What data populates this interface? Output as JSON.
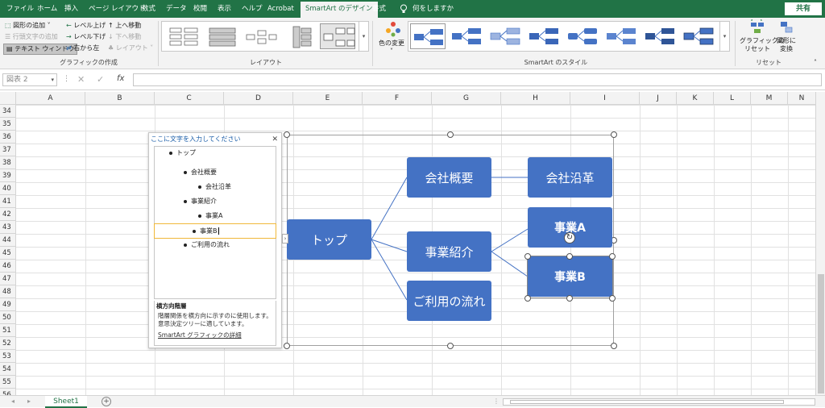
{
  "tabs": [
    "ファイル",
    "ホーム",
    "挿入",
    "ページ レイアウト",
    "数式",
    "データ",
    "校閲",
    "表示",
    "ヘルプ",
    "Acrobat",
    "SmartArt のデザイン",
    "書式"
  ],
  "tell_me": "何をしますか",
  "share": "共有",
  "create": {
    "add_shape": "図形の追加",
    "add_bullet": "行頭文字の追加",
    "text_pane": "テキスト ウィンドウ",
    "promote": "レベル上げ",
    "demote": "レベル下げ",
    "rtl": "右から左",
    "move_up": "上へ移動",
    "move_down": "下へ移動",
    "layout": "レイアウト",
    "group": "グラフィックの作成"
  },
  "layouts_group": "レイアウト",
  "change_colors": "色の変更",
  "styles_group": "SmartArt のスタイル",
  "reset": {
    "reset_graphic": "グラフィックのリセット",
    "reset_graphic_l1": "グラフィックの",
    "reset_graphic_l2": "リセット",
    "convert_l1": "図形に",
    "convert_l2": "変換",
    "group": "リセット"
  },
  "name_box": "図表 2",
  "fx": "fx",
  "columns": [
    "A",
    "B",
    "C",
    "D",
    "E",
    "F",
    "G",
    "H",
    "I",
    "J",
    "K",
    "L",
    "M",
    "N"
  ],
  "rows": [
    "34",
    "35",
    "36",
    "37",
    "38",
    "39",
    "40",
    "41",
    "42",
    "43",
    "44",
    "45",
    "46",
    "47",
    "48",
    "49",
    "50",
    "51",
    "52",
    "53",
    "54",
    "55",
    "56"
  ],
  "pane": {
    "title": "ここに文字を入力してください",
    "items": [
      "トップ",
      "会社概要",
      "会社沿革",
      "事業紹介",
      "事業A",
      "事業B",
      "ご利用の流れ"
    ],
    "desc_title": "横方向階層",
    "desc_l1": "階層関係を横方向に示すのに使用します。",
    "desc_l2": "意思決定ツリーに適しています。",
    "link": "SmartArt グラフィックの詳細"
  },
  "smartart": {
    "top": "トップ",
    "company": "会社概要",
    "history": "会社沿革",
    "business": "事業紹介",
    "bizA": "事業A",
    "bizB": "事業B",
    "flow": "ご利用の流れ"
  },
  "sheet": "Sheet1",
  "colors": {
    "excel_green": "#217346",
    "smartart_blue": "#4472c4"
  }
}
